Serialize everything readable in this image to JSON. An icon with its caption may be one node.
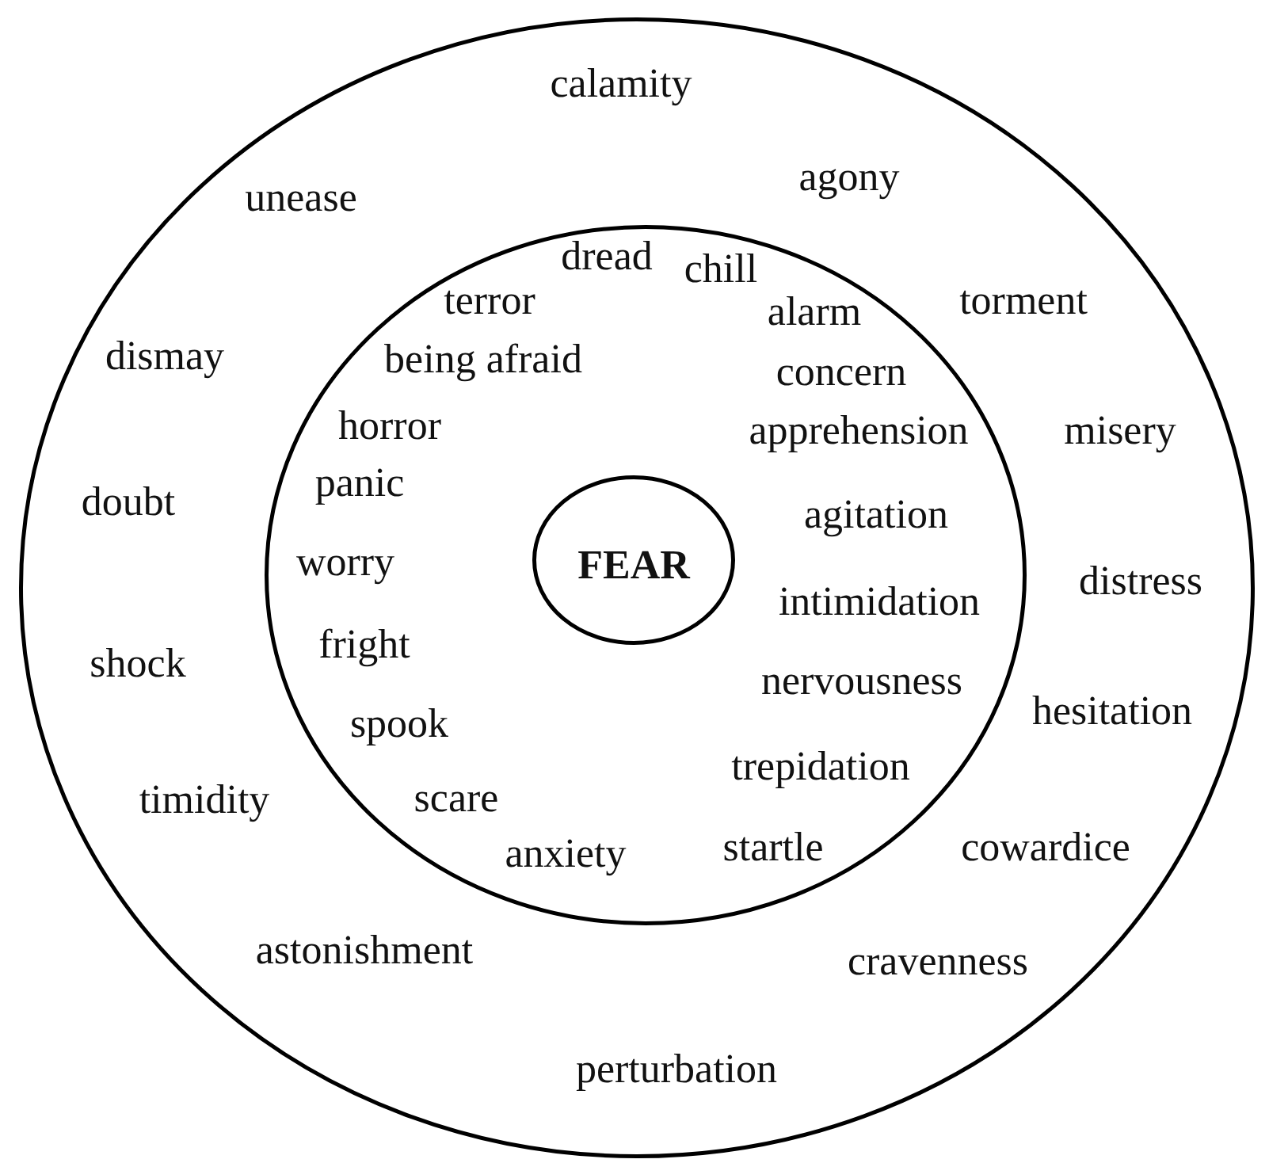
{
  "diagram": {
    "nodes": [
      {
        "text": [
          "calamity",
          "agony",
          "unease",
          "torment",
          "dismay",
          "misery",
          "doubt",
          "distress",
          "shock",
          "hesitation",
          "timidity",
          "cowardice",
          "astonishment",
          "cravenness",
          "perturbation"
        ]
      },
      {
        "text": [
          "dread",
          "chill",
          "terror",
          "alarm",
          "being afraid",
          "concern",
          "horror",
          "apprehension",
          "panic",
          "agitation",
          "worry",
          "intimidation",
          "fright",
          "nervousness",
          "spook",
          "trepidation",
          "scare",
          "startle",
          "anxiety"
        ],
        "in": 0
      },
      {
        "text": [
          "FEAR"
        ],
        "in": 1
      }
    ]
  }
}
